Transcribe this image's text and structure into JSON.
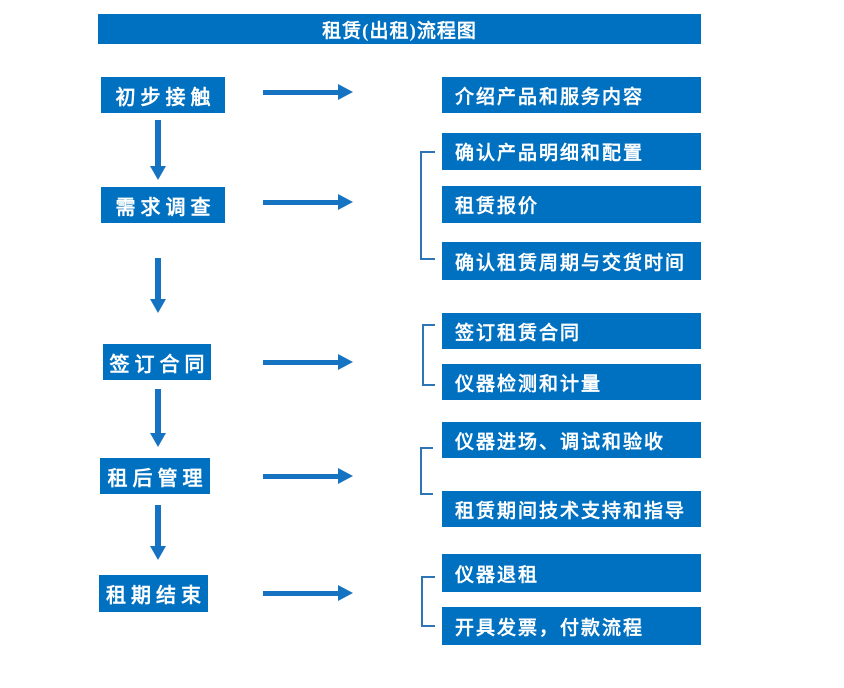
{
  "title": "租赁(出租)流程图",
  "colors": {
    "box_blue": "#0070C0",
    "arrow_blue": "#1573C2",
    "bracket_blue": "#2E75B6",
    "text_white": "#FFFFFF",
    "background": "#FFFFFF"
  },
  "left_steps": [
    {
      "label": "初步接触"
    },
    {
      "label": "需求调查"
    },
    {
      "label": "签订合同"
    },
    {
      "label": "租后管理"
    },
    {
      "label": "租期结束"
    }
  ],
  "right_details": [
    {
      "label": "介绍产品和服务内容"
    },
    {
      "label": "确认产品明细和配置"
    },
    {
      "label": "租赁报价"
    },
    {
      "label": "确认租赁周期与交货时间"
    },
    {
      "label": "签订租赁合同"
    },
    {
      "label": "仪器检测和计量"
    },
    {
      "label": "仪器进场、调试和验收"
    },
    {
      "label": "租赁期间技术支持和指导"
    },
    {
      "label": "仪器退租"
    },
    {
      "label": "开具发票，付款流程"
    }
  ]
}
